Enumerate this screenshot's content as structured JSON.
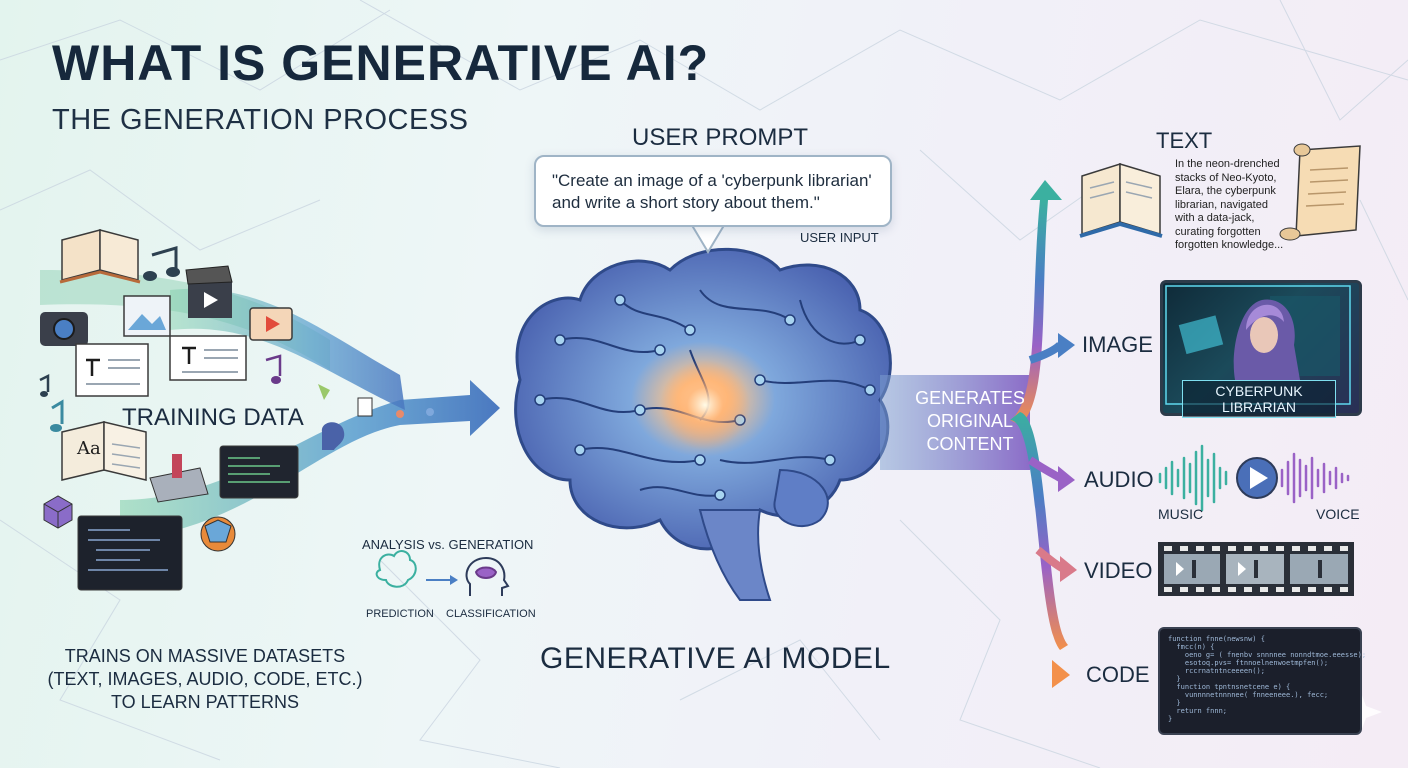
{
  "header": {
    "title": "WHAT IS GENERATIVE AI?",
    "subtitle": "THE GENERATION PROCESS"
  },
  "prompt": {
    "heading": "USER PROMPT",
    "text": "\"Create an image of a 'cyberpunk librarian' and write a short story about them.\"",
    "tag": "USER INPUT"
  },
  "training": {
    "label": "TRAINING DATA",
    "caption": "TRAINS ON MASSIVE DATASETS (TEXT, IMAGES, AUDIO, CODE, ETC.) TO LEARN PATTERNS",
    "book_letters": "Aa"
  },
  "analysis": {
    "heading": "ANALYSIS vs. GENERATION",
    "left": "PREDICTION",
    "right": "CLASSIFICATION"
  },
  "model": {
    "caption": "GENERATIVE AI MODEL"
  },
  "generates": {
    "caption": "GENERATES ORIGINAL CONTENT"
  },
  "outputs": {
    "text": {
      "label": "TEXT",
      "story": "In the neon-drenched stacks of Neo-Kyoto, Elara, the cyberpunk librarian, navigated with a data-jack, curating forgotten forgotten knowledge..."
    },
    "image": {
      "label": "IMAGE",
      "caption": "CYBERPUNK LIBRARIAN"
    },
    "audio": {
      "label": "AUDIO",
      "left": "MUSIC",
      "right": "VOICE"
    },
    "video": {
      "label": "VIDEO"
    },
    "code": {
      "label": "CODE",
      "lines": [
        "function fnne(newsnw) {",
        "  fmcc(n) {",
        "    oeno g= ( fnenbv snnnnee nonndtmoe.eeesse);",
        "    esotoq.pvs= ftnnoelnenwoetmpfen();",
        "    rccrnatntnceeeen();",
        "  }",
        "",
        "  function tpntnsnetcene e) {",
        "    vunnnnetnnnnee( fnneeneee.), fecc;",
        "  }",
        "  return fnnn;",
        "}"
      ]
    }
  },
  "colors": {
    "accent_teal": "#3bb0a0",
    "accent_blue": "#4a7fc4",
    "accent_purple": "#8a6cc8",
    "accent_orange": "#f08a4b",
    "title": "#16283c"
  }
}
